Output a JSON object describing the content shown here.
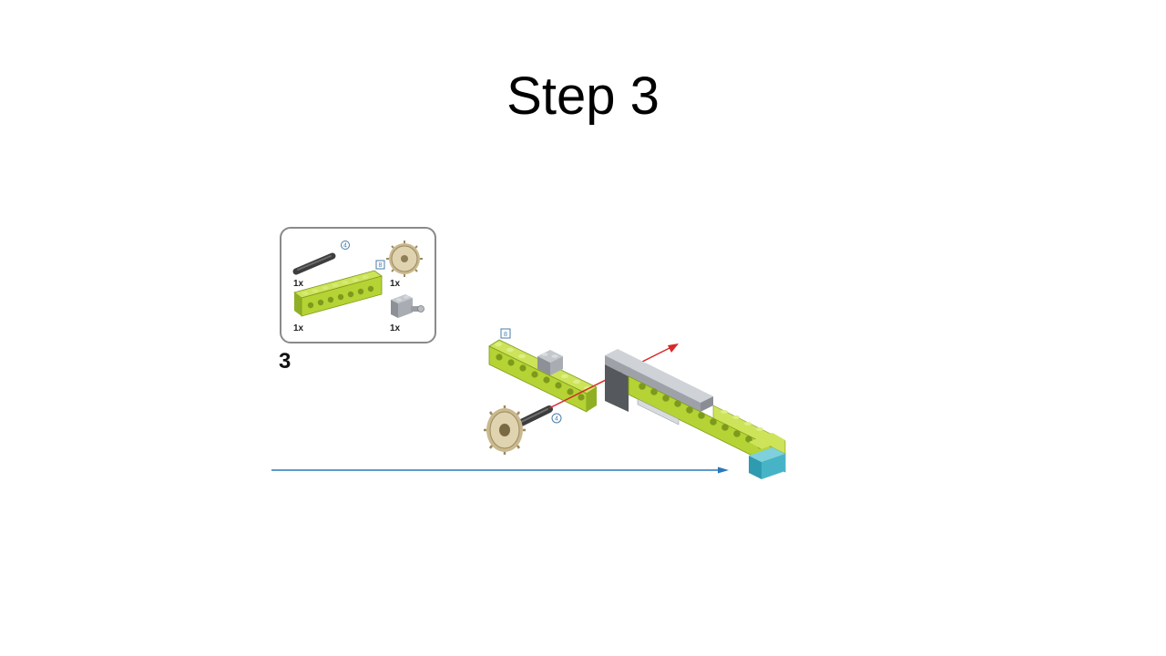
{
  "slide": {
    "title": "Step 3"
  },
  "parts_list": {
    "items": [
      {
        "name": "axle",
        "size_label": "4",
        "quantity": "1x"
      },
      {
        "name": "gear",
        "quantity": "1x"
      },
      {
        "name": "beam",
        "size_label": "8",
        "quantity": "1x"
      },
      {
        "name": "brick-with-pin",
        "quantity": "1x"
      }
    ]
  },
  "assembly": {
    "step_number": "3",
    "beam_size_label": "8",
    "axle_size_label": "4"
  },
  "colors": {
    "lime": "#b5d334",
    "lime_dark": "#7d9a1c",
    "gray": "#a9adb3",
    "dark_gray": "#4a4a4a",
    "tan": "#d8c9a3",
    "cyan": "#47b3c7",
    "arrow_red": "#d62b2b",
    "arrow_blue": "#2a78b8"
  }
}
